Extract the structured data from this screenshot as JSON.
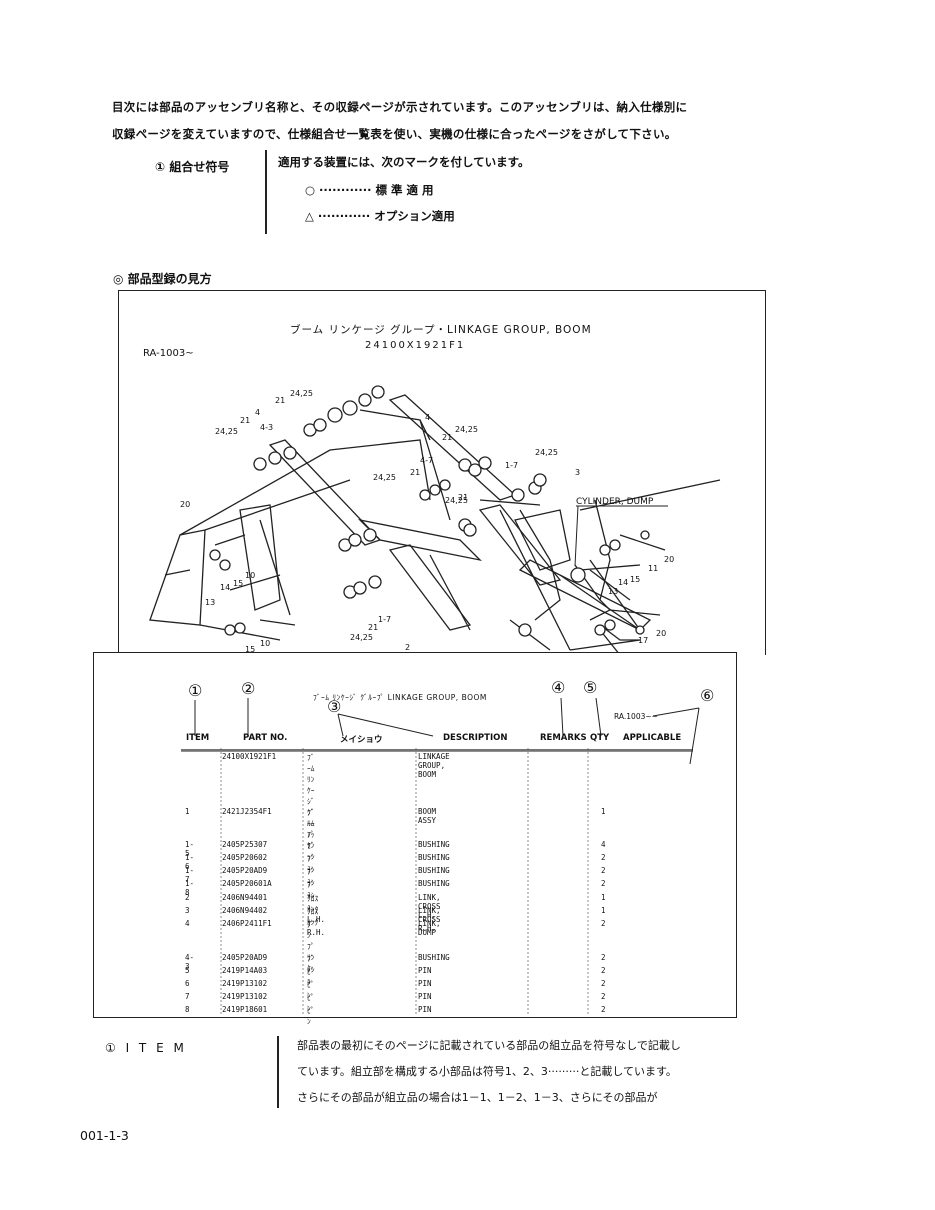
{
  "intro": {
    "line1": "目次には部品のアッセンブリ名称と、その収録ページが示されています。このアッセンブリは、納入仕様別に",
    "line2": "収録ページを変えていますので、仕様組合せ一覧表を使い、実機の仕様に合ったページをさがして下さい。"
  },
  "combo": {
    "label": "① 組合せ符号",
    "title": "適用する装置には、次のマークを付しています。",
    "standard": "○ ············ 標 準 適 用",
    "option": "△ ············ オプション適用"
  },
  "section_title": "◎ 部品型録の見方",
  "diagram": {
    "title": "ブーム リンケージ グループ・LINKAGE GROUP, BOOM",
    "code": "24100X1921F1",
    "ra": "RA-1003~",
    "cylinder_label": "CYLINDER, DUMP",
    "callouts": [
      "24,25",
      "21",
      "4",
      "4-3",
      "24,25",
      "21",
      "24,25",
      "21",
      "1-7",
      "24,25",
      "3",
      "24,25",
      "4-7",
      "21",
      "24,25",
      "21",
      "20",
      "10",
      "15",
      "14",
      "13",
      "11",
      "20",
      "15",
      "14",
      "13",
      "17",
      "20",
      "24,25",
      "21",
      "1-7",
      "10",
      "15",
      "2"
    ]
  },
  "table": {
    "header_title": "ﾌﾞｰﾑ ﾘﾝｹｰｼﾞ ｸﾞﾙｰﾌﾟ    LINKAGE GROUP, BOOM",
    "ra": "RA.1003~~",
    "markers": [
      "①",
      "②",
      "③",
      "④",
      "⑤",
      "⑥"
    ],
    "columns": {
      "item": "ITEM",
      "part_no": "PART NO.",
      "name_kana": "メイショウ",
      "description": "DESCRIPTION",
      "remarks": "REMARKS",
      "qty": "QTY",
      "applicable": "APPLICABLE"
    },
    "rows": [
      {
        "item": "",
        "part": "24100X1921F1",
        "kana": "ﾌﾞｰﾑ ﾘﾝｹｰｼﾞ ｸﾞﾙｰﾌﾟ",
        "desc": "LINKAGE GROUP, BOOM",
        "qty": ""
      },
      {
        "item": "1",
        "part": "2421J2354F1",
        "kana": "ﾌﾞｰﾑ ｱｯｾﾝ",
        "desc": "BOOM ASSY",
        "qty": "1"
      },
      {
        "item": "1-5",
        "part": "2405P25307",
        "kana": "ﾌﾞｯｼｭ",
        "desc": "BUSHING",
        "qty": "4"
      },
      {
        "item": "1-6",
        "part": "2405P20602",
        "kana": "ﾌﾞｯｼｭ",
        "desc": "BUSHING",
        "qty": "2"
      },
      {
        "item": "1-7",
        "part": "2405P20AD9",
        "kana": "ﾌﾞｯｼｭ",
        "desc": "BUSHING",
        "qty": "2"
      },
      {
        "item": "1-8",
        "part": "2405P20601A",
        "kana": "ﾌﾞｯｼｭ",
        "desc": "BUSHING",
        "qty": "2"
      },
      {
        "item": "2",
        "part": "2406N94401",
        "kana": "ｸﾛｽ ﾘﾝｸ L.H.",
        "desc": "LINK, CROSS L.H.",
        "qty": "1"
      },
      {
        "item": "3",
        "part": "2406N94402",
        "kana": "ｸﾛｽ ﾘﾝｸ R.H.",
        "desc": "LINK, CROSS R.H.",
        "qty": "1"
      },
      {
        "item": "4",
        "part": "2406P2411F1",
        "kana": "ﾀﾞﾝﾌﾟ ﾘﾝｸ",
        "desc": "LINK, DUMP",
        "qty": "2"
      },
      {
        "item": "4-3",
        "part": "2405P20AD9",
        "kana": "ﾌﾞｯｼｭ",
        "desc": "BUSHING",
        "qty": "2"
      },
      {
        "item": "5",
        "part": "2419P14A03",
        "kana": "ﾋﾟﾝ",
        "desc": "PIN",
        "qty": "2"
      },
      {
        "item": "6",
        "part": "2419P13102",
        "kana": "ﾋﾟﾝ",
        "desc": "PIN",
        "qty": "2"
      },
      {
        "item": "7",
        "part": "2419P13102",
        "kana": "ﾋﾟﾝ",
        "desc": "PIN",
        "qty": "2"
      },
      {
        "item": "8",
        "part": "2419P18601",
        "kana": "ﾋﾟﾝ",
        "desc": "PIN",
        "qty": "2"
      }
    ]
  },
  "item_section": {
    "label": "① I T E M",
    "line1": "部品表の最初にそのページに記載されている部品の組立品を符号なしで記載し",
    "line2": "ています。組立部を構成する小部品は符号1、2、3·········と記載しています。",
    "line3": "さらにその部品が組立品の場合は1－1、1－2、1－3、さらにその部品が"
  },
  "footer": "001-1-3"
}
